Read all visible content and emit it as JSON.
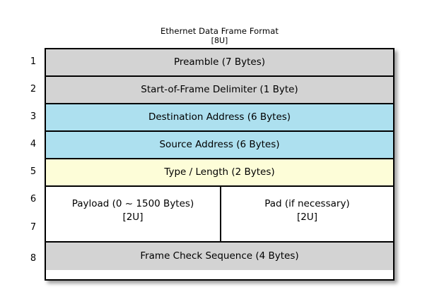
{
  "diagram": {
    "title": "Ethernet Data Frame Format",
    "subtitle": "[8U]",
    "colors": {
      "gray": "#d3d3d3",
      "blue": "#ade0ef",
      "yellow": "#fdfdd8",
      "white": "#ffffff",
      "border": "#000000",
      "text": "#000000"
    },
    "row_numbers": [
      "1",
      "2",
      "3",
      "4",
      "5",
      "6",
      "7",
      "8"
    ],
    "rows": [
      {
        "number": "1",
        "label": "Preamble (7 Bytes)",
        "fill": "gray"
      },
      {
        "number": "2",
        "label": "Start-of-Frame Delimiter (1 Byte)",
        "fill": "gray"
      },
      {
        "number": "3",
        "label": "Destination Address (6 Bytes)",
        "fill": "blue"
      },
      {
        "number": "4",
        "label": "Source Address (6 Bytes)",
        "fill": "blue"
      },
      {
        "number": "5",
        "label": "Type / Length (2 Bytes)",
        "fill": "yellow"
      },
      {
        "number": "6-7",
        "fill": "white",
        "split": true,
        "cells": [
          {
            "label": "Payload (0 ~ 1500 Bytes)",
            "sublabel": "[2U]"
          },
          {
            "label": "Pad (if necessary)",
            "sublabel": "[2U]"
          }
        ]
      },
      {
        "number": "8",
        "label": "Frame Check Sequence (4 Bytes)",
        "fill": "gray"
      }
    ]
  }
}
